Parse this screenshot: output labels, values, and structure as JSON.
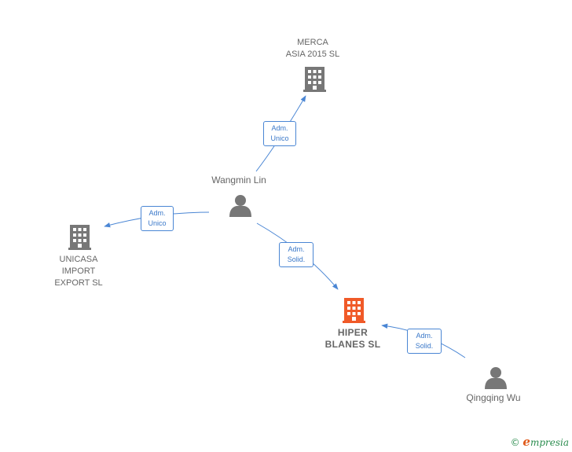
{
  "nodes": {
    "merca": {
      "label_line1": "MERCA",
      "label_line2": "ASIA 2015  SL",
      "icon": "building-icon",
      "color": "#777777"
    },
    "wangmin": {
      "label": "Wangmin Lin",
      "icon": "person-icon",
      "color": "#777777"
    },
    "unicasa": {
      "label_line1": "UNICASA",
      "label_line2": "IMPORT",
      "label_line3": "EXPORT  SL",
      "icon": "building-icon",
      "color": "#777777"
    },
    "hiper": {
      "label_line1": "HIPER",
      "label_line2": "BLANES  SL",
      "icon": "building-icon",
      "color": "#f05a28"
    },
    "qingqing": {
      "label": "Qingqing Wu",
      "icon": "person-icon",
      "color": "#777777"
    }
  },
  "edges": [
    {
      "id": "wangmin-merca",
      "line1": "Adm.",
      "line2": "Unico"
    },
    {
      "id": "wangmin-unicasa",
      "line1": "Adm.",
      "line2": "Unico"
    },
    {
      "id": "wangmin-hiper",
      "line1": "Adm.",
      "line2": "Solid."
    },
    {
      "id": "qingqing-hiper",
      "line1": "Adm.",
      "line2": "Solid."
    }
  ],
  "footer": {
    "copyright": "©",
    "brand_initial": "e",
    "brand_rest": "mpresia"
  },
  "colors": {
    "edge": "#4a86d4",
    "node": "#777777",
    "highlight": "#f05a28"
  }
}
